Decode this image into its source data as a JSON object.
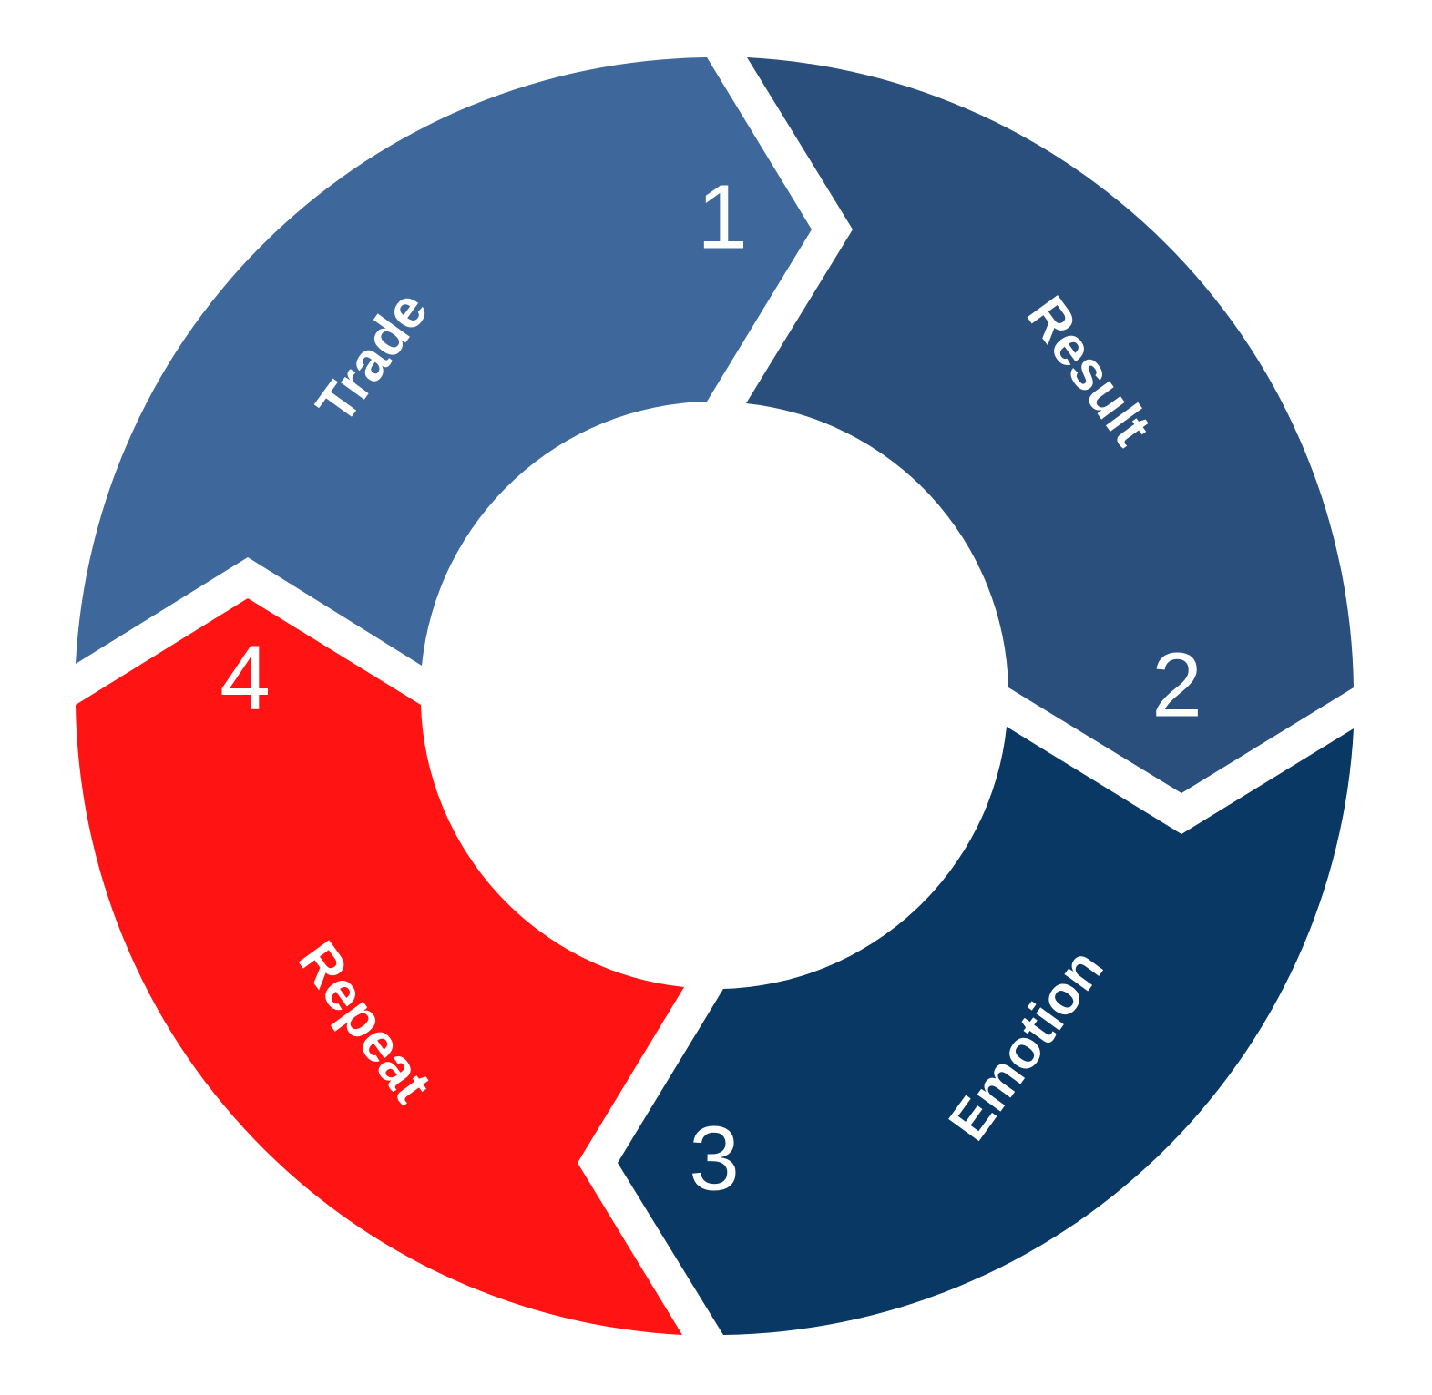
{
  "diagram": {
    "type": "cycle",
    "segments": [
      {
        "number": "1",
        "label": "Trade",
        "color": "#3E679B"
      },
      {
        "number": "2",
        "label": "Result",
        "color": "#2B4F7C"
      },
      {
        "number": "3",
        "label": "Emotion",
        "color": "#093864"
      },
      {
        "number": "4",
        "label": "Repeat",
        "color": "#FF1313"
      }
    ]
  }
}
